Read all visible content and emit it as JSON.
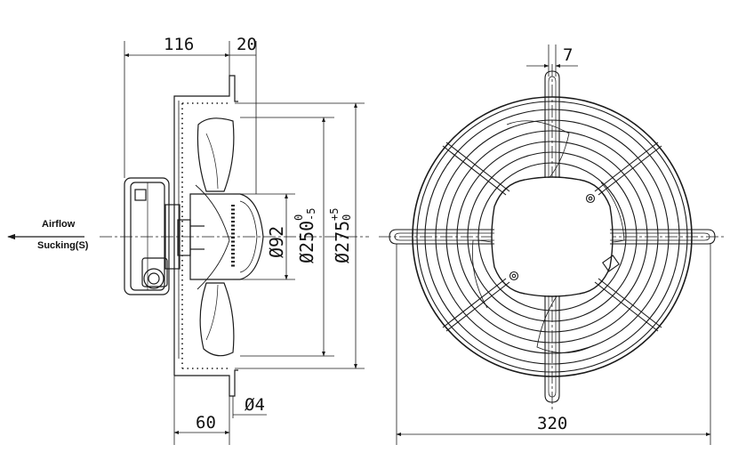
{
  "airflow": {
    "label": "Airflow",
    "mode": "Sucking(S)",
    "arrow_icon": "arrow-left-icon"
  },
  "side_view": {
    "dim_depth": "116",
    "dim_flange": "20",
    "dim_mount_depth": "60",
    "dim_hole": "Ø4",
    "dia_hub": "Ø92",
    "dia_mount": "Ø250",
    "dia_mount_tol_upper": "0",
    "dia_mount_tol_lower": "-5",
    "dia_outer": "Ø275",
    "dia_outer_tol_upper": "+5",
    "dia_outer_tol_lower": "0"
  },
  "front_view": {
    "dim_bar": "7",
    "dim_width": "320"
  },
  "colors": {
    "line": "#1a1a1a",
    "background": "#ffffff"
  }
}
